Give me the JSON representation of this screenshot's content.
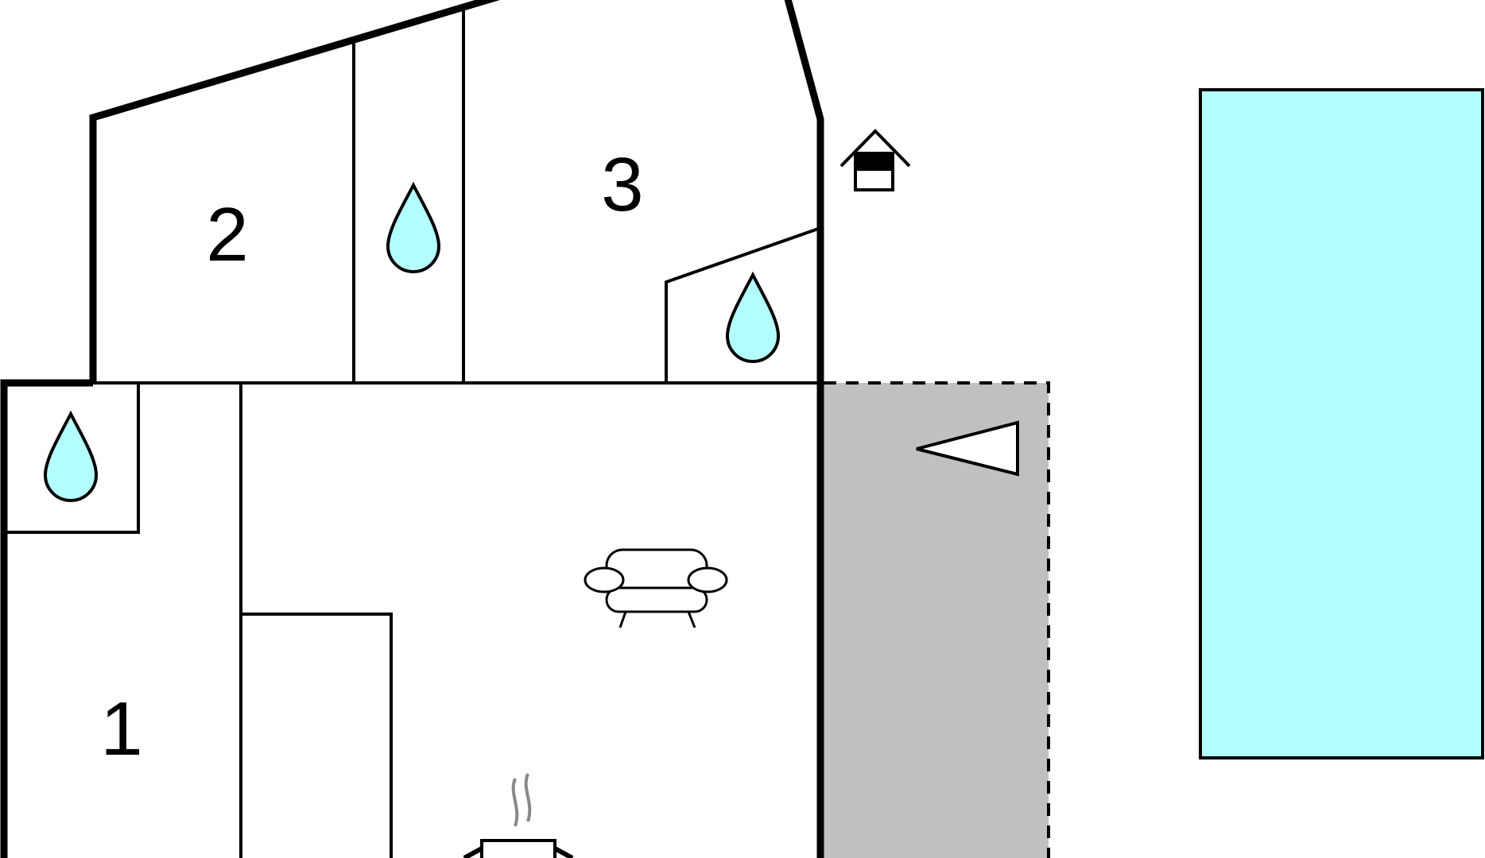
{
  "floorplan": {
    "rooms": [
      {
        "label": "1"
      },
      {
        "label": "2"
      },
      {
        "label": "3"
      }
    ],
    "icons": {
      "bathroom": "water-drop-icon",
      "living": "sofa-icon",
      "kitchen": "stove-icon",
      "exterior": "house-icon",
      "terrace": "entrance-arrow-icon"
    },
    "colors": {
      "walls": "#000000",
      "water": "#b3ffff",
      "terrace": "#c0c0c0"
    }
  }
}
